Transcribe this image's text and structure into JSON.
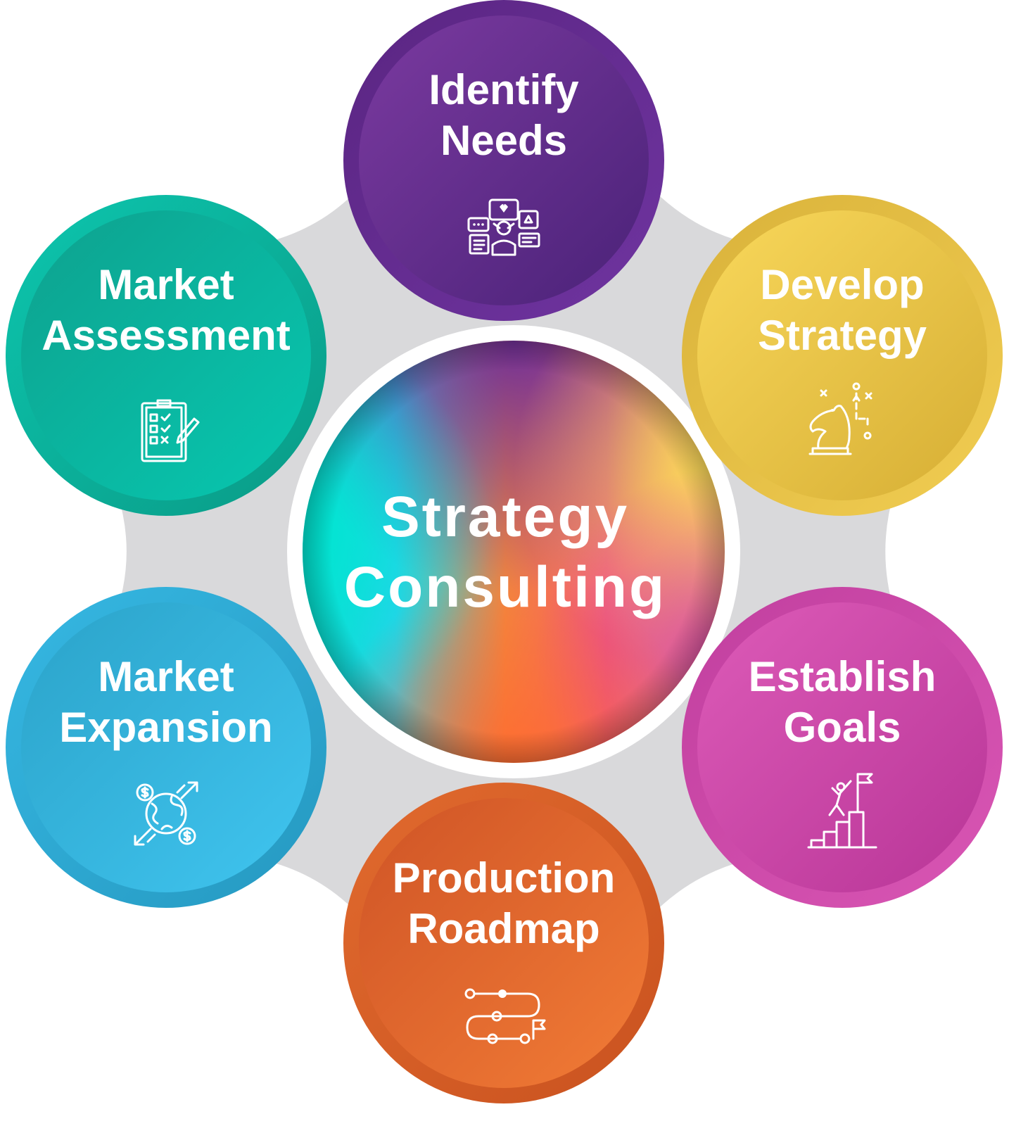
{
  "center": {
    "title_line1": "Strategy",
    "title_line2": "Consulting"
  },
  "nodes": [
    {
      "id": "identify-needs",
      "line1": "Identify",
      "line2": "Needs",
      "color": "#5e2b8c",
      "icon": "feedback-people-icon"
    },
    {
      "id": "develop-strategy",
      "line1": "Develop",
      "line2": "Strategy",
      "color": "#e8c24a",
      "icon": "chess-knight-icon"
    },
    {
      "id": "establish-goals",
      "line1": "Establish",
      "line2": "Goals",
      "color": "#cc46a8",
      "icon": "climber-flag-icon"
    },
    {
      "id": "production-roadmap",
      "line1": "Production",
      "line2": "Roadmap",
      "color": "#e0662d",
      "icon": "roadmap-path-icon"
    },
    {
      "id": "market-expansion",
      "line1": "Market",
      "line2": "Expansion",
      "color": "#31b3dc",
      "icon": "globe-money-icon"
    },
    {
      "id": "market-assessment",
      "line1": "Market",
      "line2": "Assessment",
      "color": "#0fb9a4",
      "icon": "checklist-clipboard-icon"
    }
  ]
}
